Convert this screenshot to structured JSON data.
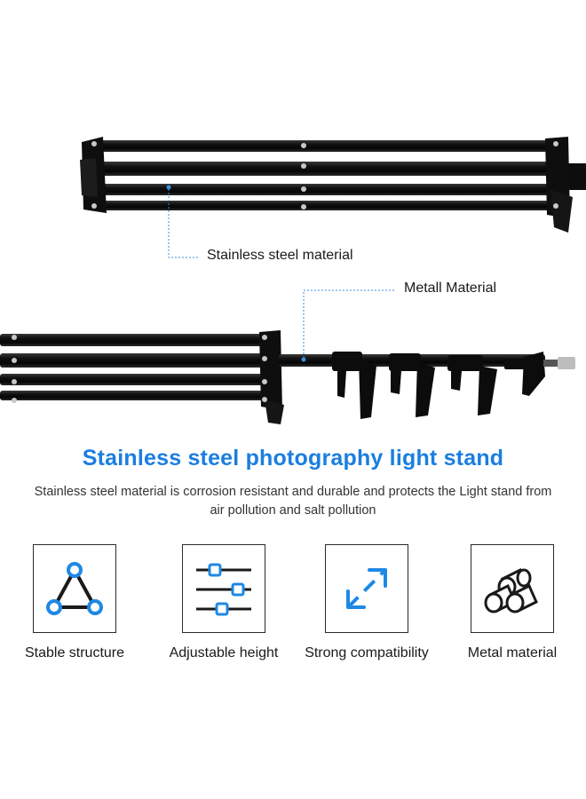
{
  "callouts": {
    "stainless": "Stainless steel material",
    "metal": "Metall Material"
  },
  "headline": "Stainless steel photography light stand",
  "description": "Stainless steel material is corrosion resistant and durable and protects the Light stand from air pollution and salt pollution",
  "features": [
    {
      "label": "Stable structure",
      "icon": "triangle-nodes-icon"
    },
    {
      "label": "Adjustable height",
      "icon": "sliders-icon"
    },
    {
      "label": "Strong compatibility",
      "icon": "expand-arrows-icon"
    },
    {
      "label": "Metal material",
      "icon": "metal-rods-icon"
    }
  ],
  "colors": {
    "accent": "#1a7ee0",
    "icon_blue": "#1e88e5",
    "stand_black": "#111111"
  }
}
